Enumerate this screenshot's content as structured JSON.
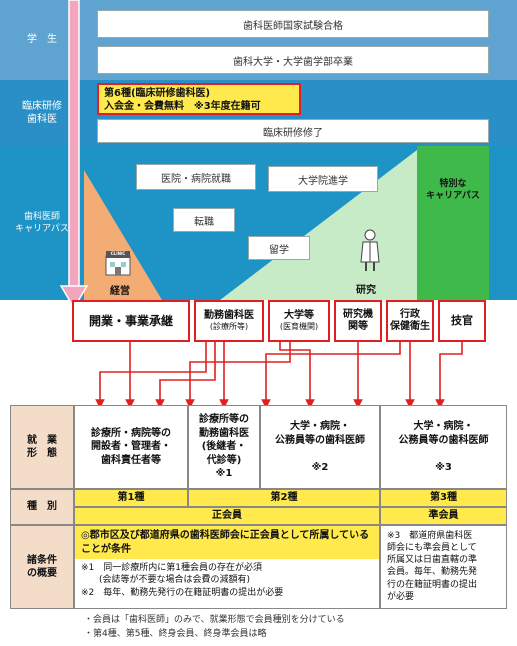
{
  "career": {
    "bands": {
      "student_label": "学　生",
      "resident_label": "臨床研修\n歯科医",
      "dentist_label": "歯科医師\nキャリアパス"
    },
    "boxes": {
      "exam_pass": "歯科医師国家試験合格",
      "graduation": "歯科大学・大学歯学部卒業",
      "resident_category": "第6種(臨床研修歯科医)",
      "resident_fee": "入会金・会費無料　※3年度在籍可",
      "residency_complete": "臨床研修修了",
      "hospital_job": "医院・病院就職",
      "grad_school": "大学院進学",
      "job_change": "転職",
      "study_abroad": "留学",
      "special_career": "特別な\nキャリアパス",
      "management": "経営",
      "research": "研究",
      "clinic_sign": "CLINIC"
    },
    "outcomes": [
      {
        "label": "開業・事業承継"
      },
      {
        "label": "勤務歯科医",
        "sub": "(診療所等)"
      },
      {
        "label": "大学等",
        "sub": "(医育機関)"
      },
      {
        "label": "研究機\n関等"
      },
      {
        "label": "行政\n保健衛生"
      },
      {
        "label": "技官"
      }
    ]
  },
  "table": {
    "row_labels": {
      "employment": "就　業\n形　態",
      "type": "種　別",
      "conditions": "諸条件\nの概要"
    },
    "employment_cells": [
      "診療所・病院等の\n開設者・管理者・\n歯科責任者等",
      "診療所等の\n勤務歯科医\n(後継者・\n代診等)\n※1",
      "大学・病院・\n公務員等の歯科医師\n\n※2",
      "大学・病院・\n公務員等の歯科医師\n\n※3"
    ],
    "type_cells": {
      "first": "第1種",
      "second": "第2種",
      "third": "第3種",
      "regular": "正会員",
      "associate": "準会員"
    },
    "conditions": {
      "main": "◎郡市区及び都道府県の歯科医師会に正会員として所属していることが条件",
      "note1": "※1　同一診療所内に第1種会員の存在が必須\n　　(会誌等が不要な場合は会費の減額有)",
      "note2": "※2　毎年、勤務先発行の在籍証明書の提出が必要",
      "note3": "※3　都道府県歯科医\n師会にも準会員として\n所属又は日歯直轄の準\n会員。毎年、勤務先発\n行の在籍証明書の提出\nが必要"
    }
  },
  "footnotes": {
    "line1": "・会員は「歯科医師」のみで、就業形態で会員種別を分けている",
    "line2": "・第4種、第5種、終身会員、終身準会員は略"
  },
  "colors": {
    "student": "#5fa4d0",
    "resident": "#2a8fc6",
    "dentist": "#1d93c6",
    "orange": "#f3ad74",
    "light_green": "#c7ebc6",
    "green": "#3fb94a",
    "red": "#e02020",
    "yellow": "#ffe94d",
    "pink_arrow": "#f2a6be"
  }
}
